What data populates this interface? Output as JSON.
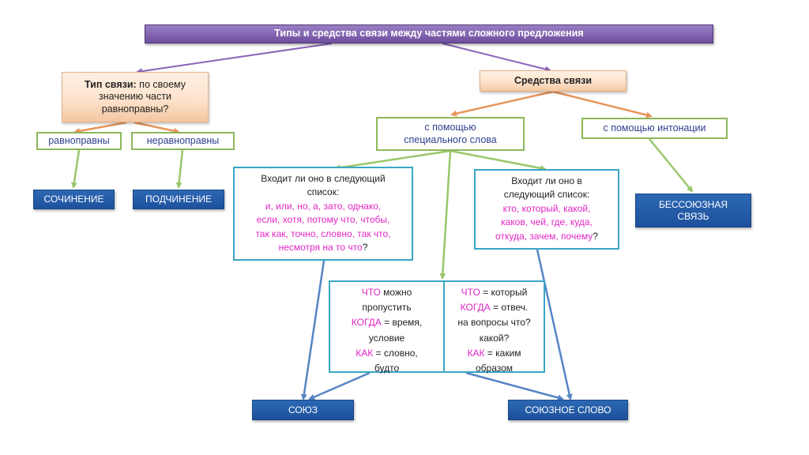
{
  "title": "Типы и средства связи между частями сложного предложения",
  "tip_svyazi": {
    "label": "Тип связи:",
    "question_line1": "по своему",
    "question_line2": "значению части",
    "question_line3": "равноправны?"
  },
  "sredstva_svyazi": "Средства связи",
  "ravnopravny": "равноправны",
  "neravnopravny": "неравноправны",
  "sochinenie": "СОЧИНЕНИЕ",
  "podchinenie": "ПОДЧИНЕНИЕ",
  "special_word": {
    "line1": "с помощью",
    "line2": "специального слова"
  },
  "intonation": "с помощью интонации",
  "bessoyuznaya": {
    "line1": "БЕССОЮЗНАЯ",
    "line2": "СВЯЗЬ"
  },
  "left_question": {
    "line1": "Входит ли оно в следующий",
    "line2": "список:",
    "list1": "и, или, но, а, зато, однако,",
    "list2": "если, хотя, потому что, чтобы,",
    "list3": "так как, точно, словно, так что,",
    "list4": "несмотря на то что",
    "qmark": "?"
  },
  "right_question": {
    "line1": "Входит ли оно в",
    "line2": "следующий список:",
    "list1": "кто, который,  какой,",
    "list2": "каков, чей, где, куда,",
    "list3": "откуда, зачем, почему",
    "qmark": "?"
  },
  "center_left": {
    "w1": "ЧТО",
    "t1": " можно",
    "t2": "пропустить",
    "w2": "КОГДА",
    "t3": " = время,",
    "t4": "условие",
    "w3": "КАК",
    "t5": " = словно,",
    "t6": "будто"
  },
  "center_right": {
    "w1": "ЧТО",
    "t1": " = который",
    "w2": "КОГДА",
    "t2": " =  отвеч.",
    "t3": "на вопросы что?",
    "t4": "какой?",
    "w3": "КАК",
    "t5": " = каким",
    "t6": "образом"
  },
  "soyuz": "СОЮЗ",
  "soyuznoe_slovo": "СОЮЗНОЕ СЛОВО",
  "colors": {
    "title_bg": "#7b5ca8",
    "orange_bg": "#fde3cc",
    "green_border": "#8cb75a",
    "teal_border": "#3aa6c6",
    "dark_blue": "#2460aa",
    "highlight_pink": "#e026c4",
    "purple_arrow": "#8a63b8",
    "orange_arrow": "#e8955a",
    "green_arrow": "#9ac76a",
    "blue_arrow": "#5585c4"
  }
}
